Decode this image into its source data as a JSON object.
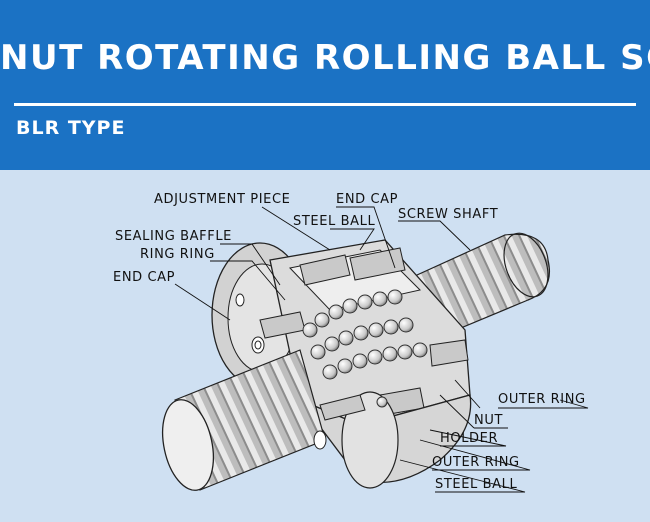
{
  "header": {
    "title": "NUT ROTATING ROLLING BALL SCREW",
    "subtitle": "BLR TYPE"
  },
  "colors": {
    "header_bg": "#1b72c4",
    "diagram_bg": "#cfe0f2"
  },
  "labels": {
    "adjustment_piece": "ADJUSTMENT PIECE",
    "end_cap_top": "END CAP",
    "steel_ball_top": "STEEL BALL",
    "screw_shaft": "SCREW SHAFT",
    "sealing_baffle": "SEALING BAFFLE",
    "ring_ring": "RING RING",
    "end_cap_left": "END CAP",
    "outer_ring_right": "OUTER RING",
    "nut": "NUT",
    "holder": "HOLDER",
    "outer_ring_bottom": "OUTER RING",
    "steel_ball_bottom": "STEEL BALL"
  }
}
